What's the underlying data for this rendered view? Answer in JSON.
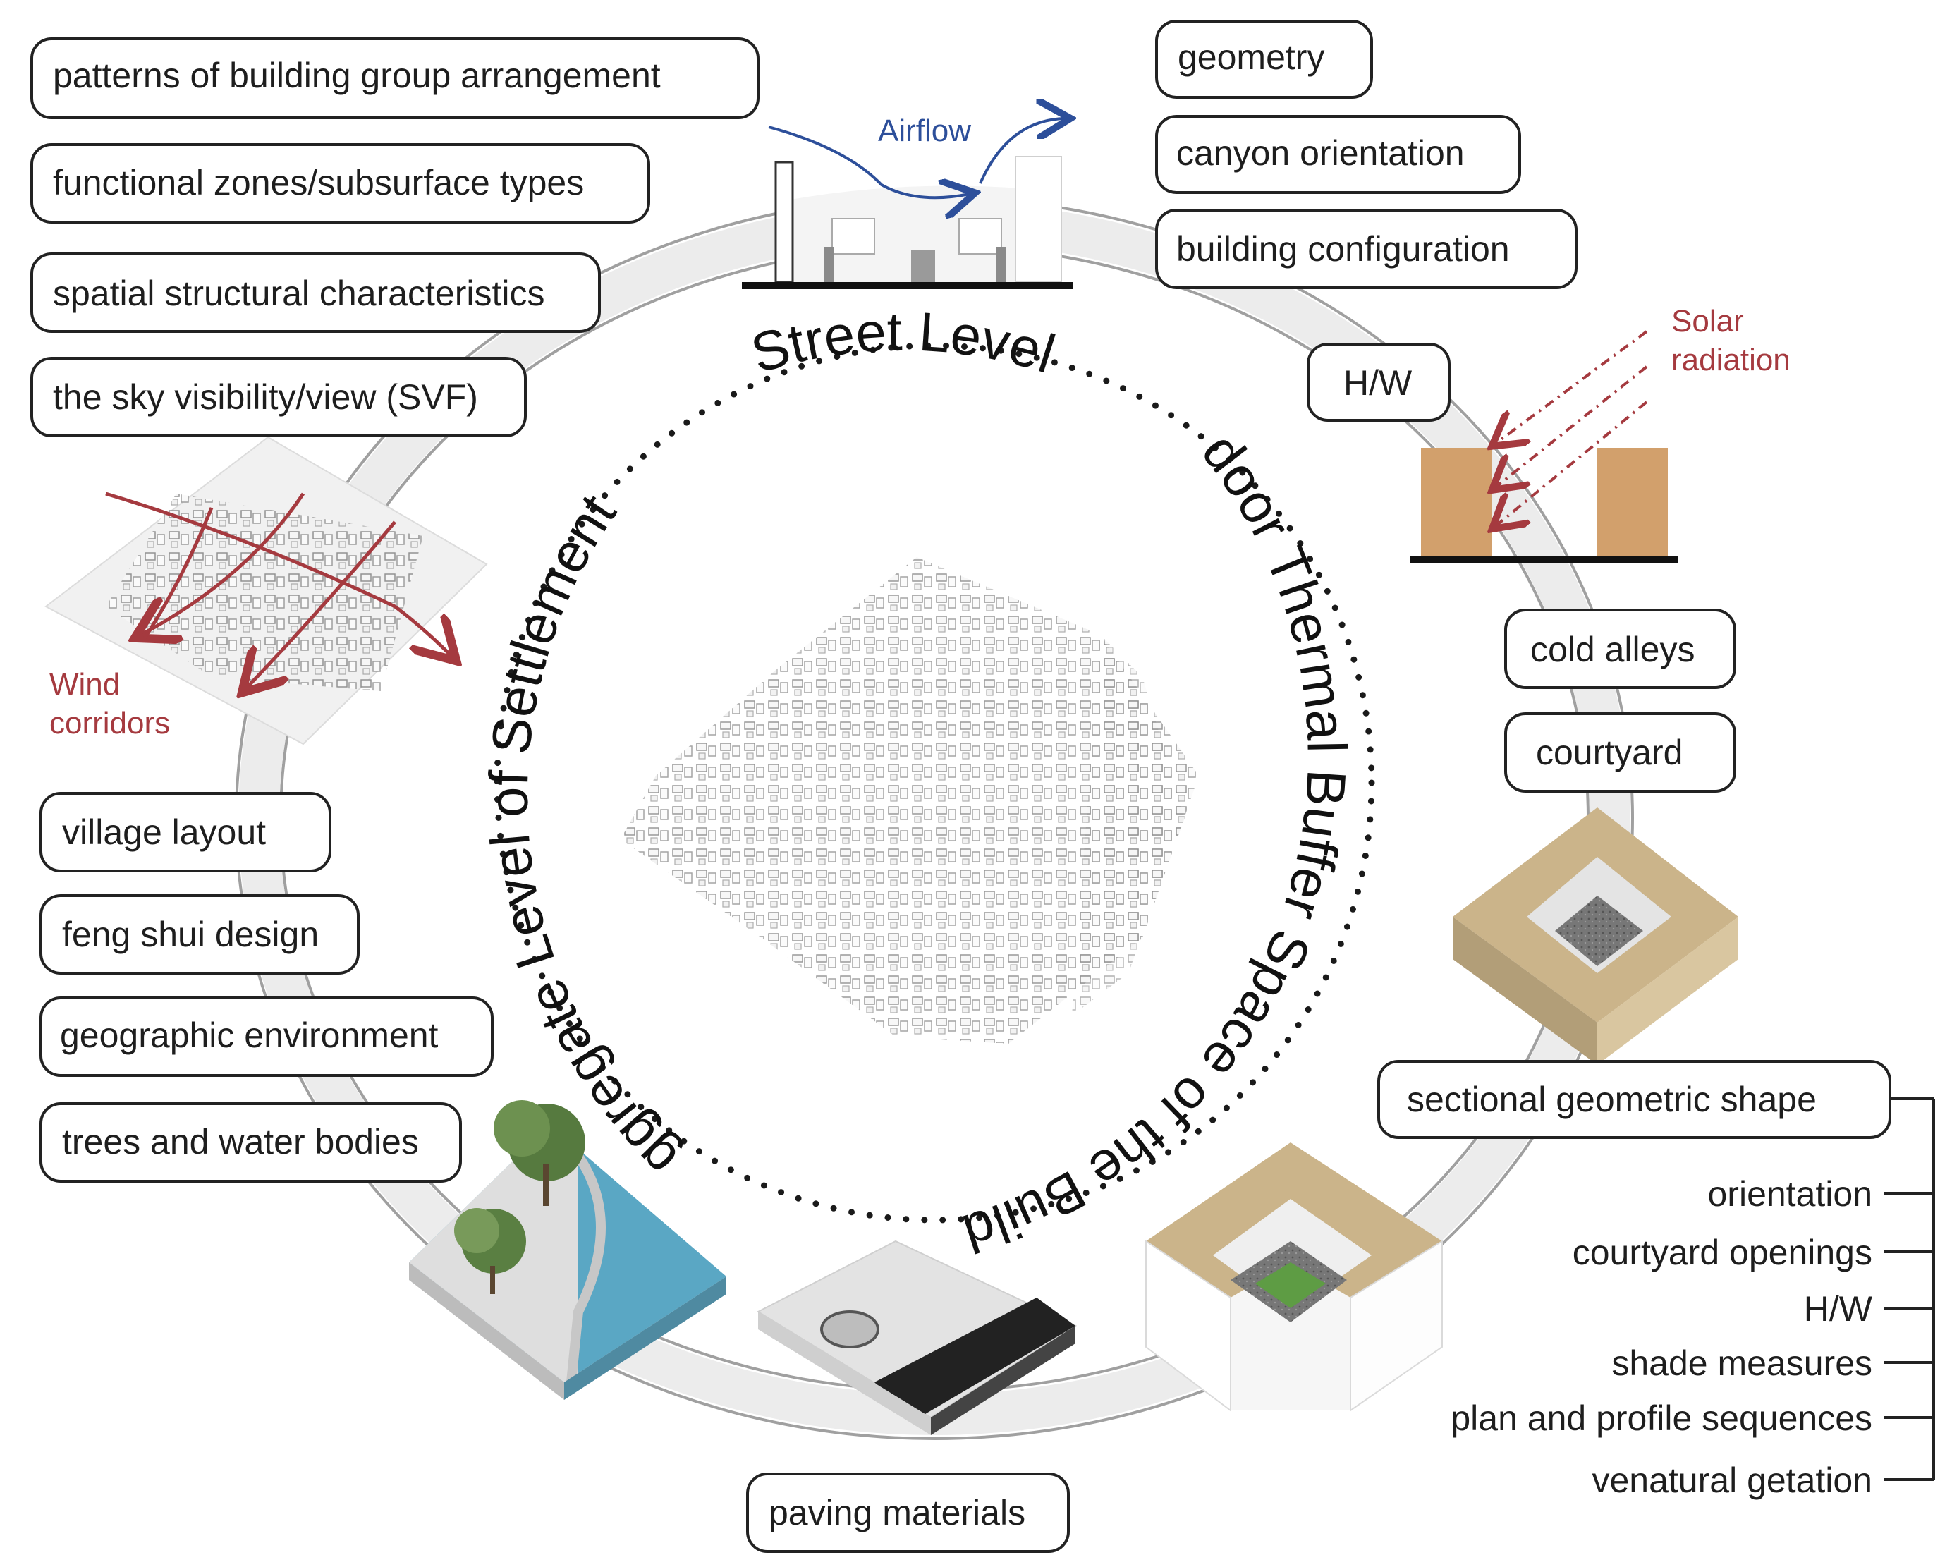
{
  "titles": {
    "street": "Street Level",
    "settlements": "Aggregate Level of Settlements",
    "building": "Outdoor Thermal Buffer Space of the Building"
  },
  "annotations": {
    "airflow": "Airflow",
    "solar_1": "Solar",
    "solar_2": "radiation",
    "wind_1": "Wind",
    "wind_2": "corridors"
  },
  "settlement_labels_top": [
    "patterns of building group arrangement",
    "functional zones/subsurface types",
    "spatial structural characteristics",
    "the sky visibility/view (SVF)"
  ],
  "settlement_labels_bottom": [
    "village layout",
    "feng shui design",
    "geographic environment",
    "trees and water bodies"
  ],
  "street_labels": [
    "geometry",
    "canyon orientation",
    "building configuration",
    "H/W"
  ],
  "building_labels": [
    "cold alleys",
    "courtyard",
    "sectional geometric shape"
  ],
  "bottom_label": "paving materials",
  "shape_sublist": [
    "orientation",
    "courtyard  openings",
    "H/W",
    "shade measures",
    "plan and profile sequences",
    "venatural getation"
  ],
  "colors": {
    "ring": "#ececec",
    "ring_stroke": "#a0a0a0",
    "solar": "#a53a3f",
    "airflow": "#2d4f9a",
    "wood": "#d2a06c",
    "sand": "#cbb48a",
    "water": "#5aa7c4",
    "grass": "#5e9c44"
  }
}
